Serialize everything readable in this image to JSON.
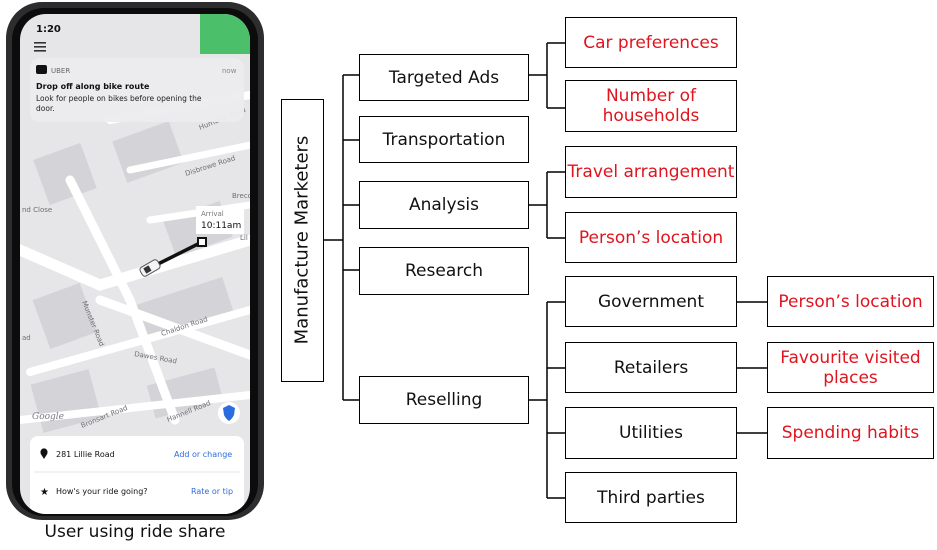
{
  "phone": {
    "status_time": "1:20",
    "notification": {
      "app": "UBER",
      "time": "now",
      "title": "Drop off along bike route",
      "body_line1": "Look for people on bikes before opening the",
      "body_line2": "door."
    },
    "map": {
      "streets": [
        "Humbolt Road",
        "Disbrowe Road",
        "Brecon",
        "Lil",
        "Munster Road",
        "Chaldon Road",
        "Dawes Road",
        "Bronsart Road",
        "Hannell Road",
        "nd Close",
        "ad"
      ],
      "arrival_label": "Arrival",
      "arrival_time": "10:11am",
      "watermark": "Google"
    },
    "rows": [
      {
        "text": "281 Lillie Road",
        "action": "Add or change"
      },
      {
        "text": "How's your ride going?",
        "action": "Rate or tip"
      }
    ]
  },
  "caption": "User using ride share",
  "diagram": {
    "root": "Manufacture Marketers",
    "categories": [
      "Targeted Ads",
      "Transportation",
      "Analysis",
      "Research",
      "Reselling"
    ],
    "targeted_ads_details": [
      "Car preferences",
      "Number of households"
    ],
    "analysis_details": [
      "Travel arrangement",
      "Person’s location"
    ],
    "reselling_buyers": [
      "Government",
      "Retailers",
      "Utilities",
      "Third parties"
    ],
    "buyer_details": [
      "Person’s location",
      "Favourite visited places",
      "Spending habits"
    ]
  },
  "colors": {
    "detail_text": "#e0141e",
    "box_border": "#000000"
  }
}
